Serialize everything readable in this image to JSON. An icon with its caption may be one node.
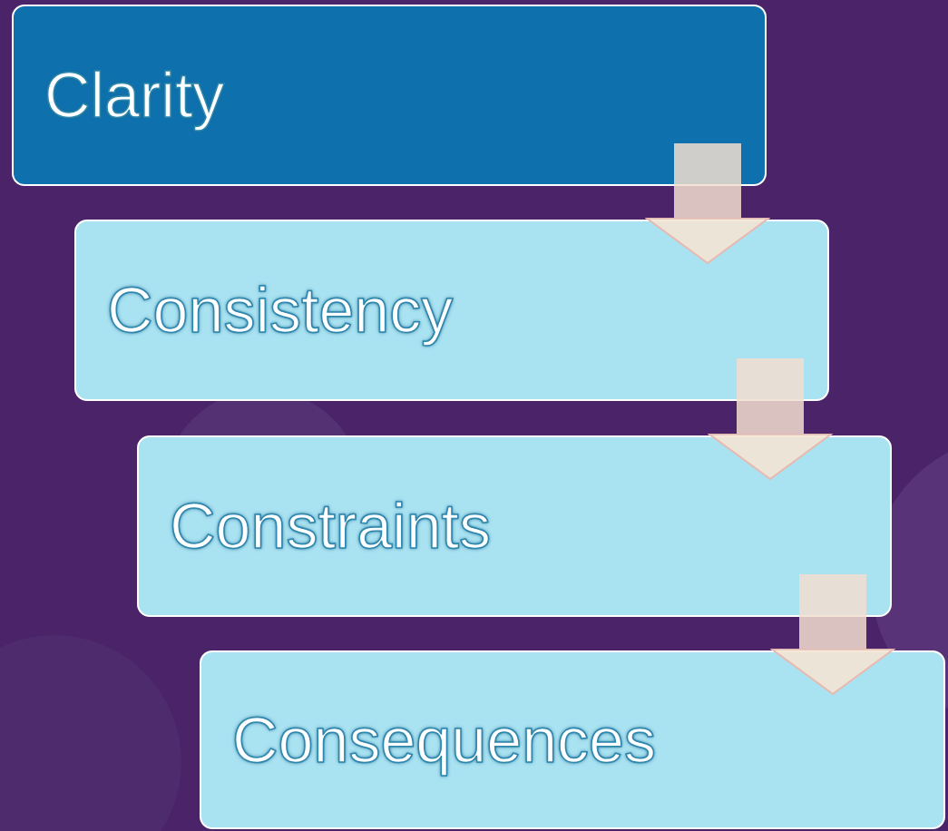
{
  "diagram": {
    "nodes": [
      {
        "text": [
          "Clarity"
        ]
      },
      {
        "text": [
          "Consistency"
        ]
      },
      {
        "text": [
          "Constraints"
        ]
      },
      {
        "text": [
          "Consequences"
        ]
      }
    ],
    "edges": [
      {
        "from": 0,
        "to": 1,
        "arrow": "to"
      },
      {
        "from": 1,
        "to": 2,
        "arrow": "to"
      },
      {
        "from": 2,
        "to": 3,
        "arrow": "to"
      }
    ]
  }
}
